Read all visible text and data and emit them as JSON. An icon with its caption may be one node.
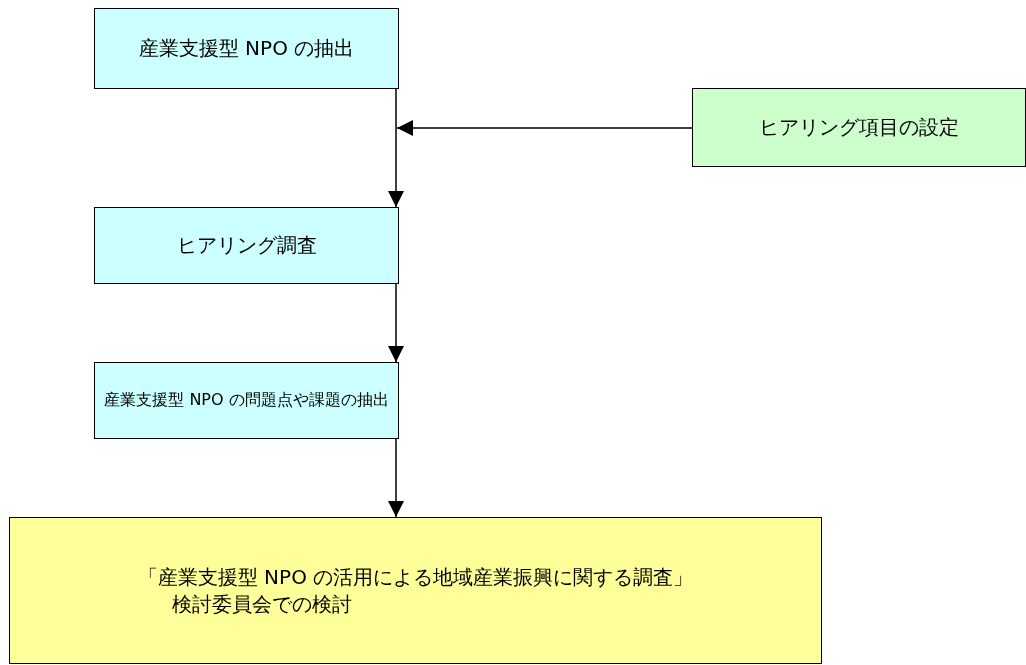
{
  "diagram": {
    "nodes": [
      {
        "text": [
          "産業支援型 NPO の抽出"
        ]
      },
      {
        "text": [
          "ヒアリング項目の設定"
        ]
      },
      {
        "text": [
          "ヒアリング調査"
        ]
      },
      {
        "text": [
          "産業支援型 NPO の問題点や課題の抽出"
        ]
      },
      {
        "text": [
          "「産業支援型 NPO の活用による地域産業振興に関する調査」",
          "検討委員会での検討"
        ]
      }
    ],
    "edges": [
      {
        "from": 0,
        "to": 2,
        "arrow": "to"
      },
      {
        "from": 1,
        "to": null,
        "arrow": "to"
      },
      {
        "from": 2,
        "to": 3,
        "arrow": "to"
      },
      {
        "from": 3,
        "to": 4,
        "arrow": "to"
      }
    ]
  }
}
